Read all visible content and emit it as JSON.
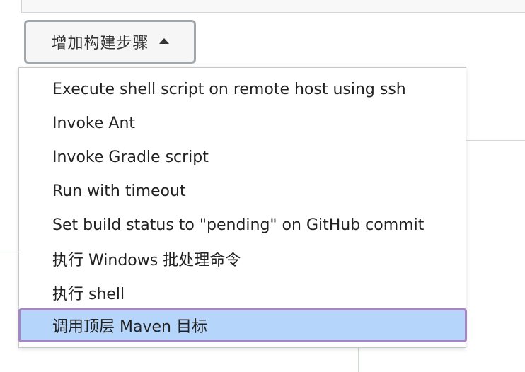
{
  "add_step_button": {
    "label": "增加构建步骤"
  },
  "menu": {
    "items": [
      {
        "label": "Execute shell script on remote host using ssh",
        "selected": false
      },
      {
        "label": "Invoke Ant",
        "selected": false
      },
      {
        "label": "Invoke Gradle script",
        "selected": false
      },
      {
        "label": "Run with timeout",
        "selected": false
      },
      {
        "label": "Set build status to \"pending\" on GitHub commit",
        "selected": false
      },
      {
        "label": "执行 Windows 批处理命令",
        "selected": false
      },
      {
        "label": "执行 shell",
        "selected": false
      },
      {
        "label": "调用顶层 Maven 目标",
        "selected": true
      }
    ]
  },
  "colors": {
    "selected_background": "#b5d5fb",
    "selected_border": "#a785c2",
    "button_border": "#a0a8ad"
  },
  "icons": {
    "button_caret": "caret-up-icon"
  }
}
